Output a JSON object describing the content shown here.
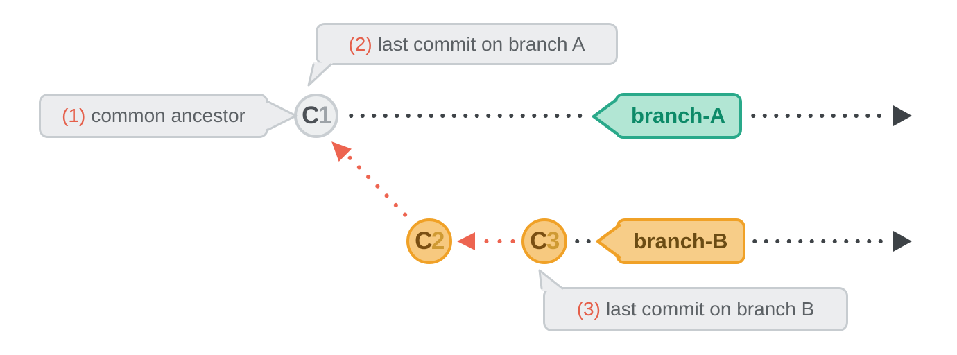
{
  "callouts": {
    "ancestor": {
      "number": "(1)",
      "label": "common ancestor"
    },
    "tip_a": {
      "number": "(2)",
      "label": "last commit on branch A"
    },
    "tip_b": {
      "number": "(3)",
      "label": "last commit on branch B"
    }
  },
  "commits": {
    "c1": {
      "letter": "C",
      "digit": "1"
    },
    "c2": {
      "letter": "C",
      "digit": "2"
    },
    "c3": {
      "letter": "C",
      "digit": "3"
    }
  },
  "branches": {
    "a": {
      "label": "branch-A"
    },
    "b": {
      "label": "branch-B"
    }
  },
  "colors": {
    "timeline_dot": "#3e4347",
    "ancestry_red": "#ed6450",
    "teal_border": "#29a98a",
    "teal_fill": "#b2e6d4",
    "teal_text": "#0d8a68",
    "orange_border": "#f0a127",
    "orange_fill": "#f7cd88",
    "orange_text": "#6b4c14",
    "gray_border": "#c7ccd0",
    "gray_fill": "#ecedef",
    "gray_text": "#5c6165"
  }
}
